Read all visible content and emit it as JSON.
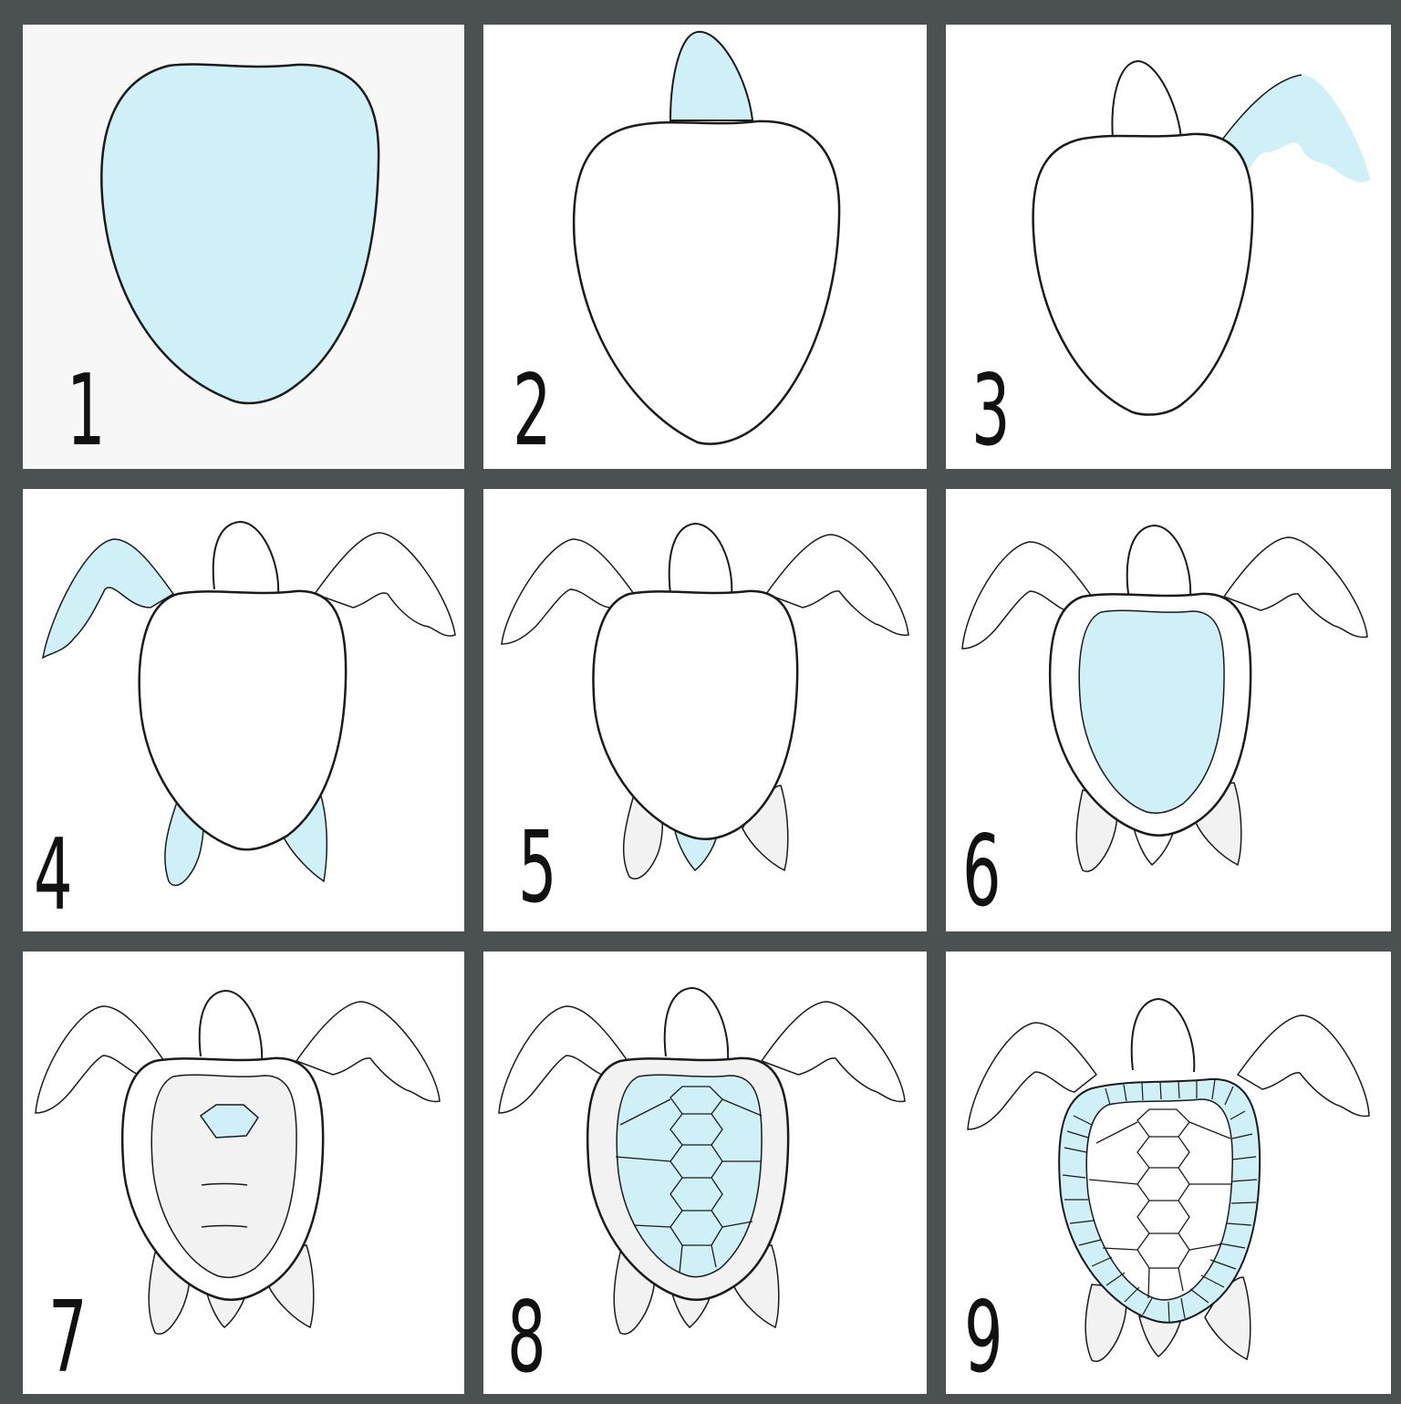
{
  "steps": [
    {
      "number": "1",
      "highlight": "shell"
    },
    {
      "number": "2",
      "highlight": "head"
    },
    {
      "number": "3",
      "highlight": "right-front-flipper"
    },
    {
      "number": "4",
      "highlight": "left-front-flipper-and-back-flippers"
    },
    {
      "number": "5",
      "highlight": "tail"
    },
    {
      "number": "6",
      "highlight": "inner-shell"
    },
    {
      "number": "7",
      "highlight": "first-scute"
    },
    {
      "number": "8",
      "highlight": "scute-pattern"
    },
    {
      "number": "9",
      "highlight": "shell-rim-segments"
    }
  ],
  "colors": {
    "highlight": "#cff0f6",
    "outline": "#1a1a1a",
    "panel": "#ffffff",
    "frame": "#4a5150",
    "grey_fill": "#f2f2f2"
  }
}
